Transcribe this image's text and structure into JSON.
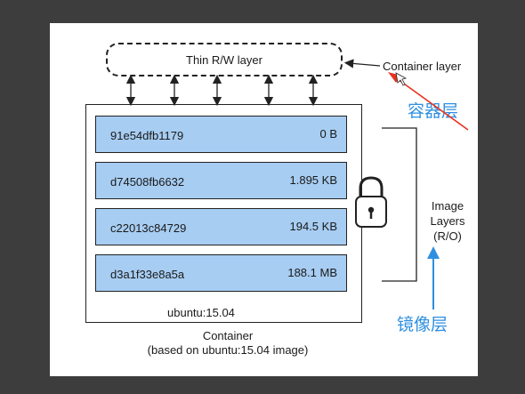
{
  "diagram": {
    "thin_layer_label": "Thin R/W layer",
    "container_layer_label": "Container layer",
    "container_layer_cn": "容器层",
    "image_layers_label_lines": [
      "Image",
      "Layers",
      "(R/O)"
    ],
    "image_layers_cn": "镜像层",
    "layers": [
      {
        "id": "91e54dfb1179",
        "size": "0 B"
      },
      {
        "id": "d74508fb6632",
        "size": "1.895 KB"
      },
      {
        "id": "c22013c84729",
        "size": "194.5 KB"
      },
      {
        "id": "d3a1f33e8a5a",
        "size": "188.1 MB"
      }
    ],
    "base_label": "ubuntu:15.04",
    "container_caption_lines": [
      "Container",
      "(based on ubuntu:15.04 image)"
    ]
  },
  "colors": {
    "layer_fill": "#a7cdf2",
    "annotation_red": "#e8321e",
    "annotation_blue": "#2e8fe0"
  }
}
